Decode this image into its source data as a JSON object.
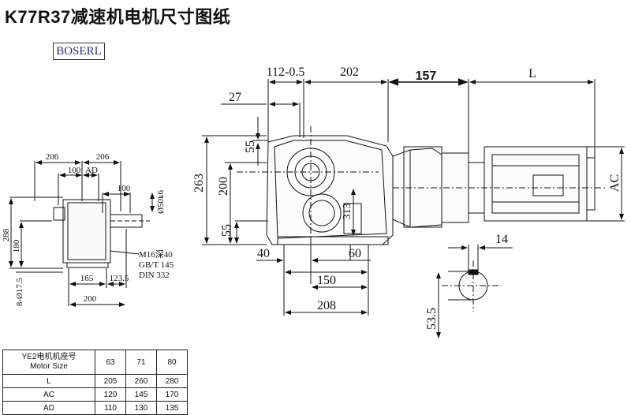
{
  "title": "K77R37减速机电机尺寸图纸",
  "brand": "BOSERL",
  "left_view": {
    "dims": [
      "206",
      "206",
      "100",
      "AD",
      "100",
      "Ø50k6",
      "288",
      "180",
      "8-Ø17.5",
      "165",
      "123.5",
      "200"
    ]
  },
  "spec_text": [
    "M16深40",
    "GB/T 145",
    "DIN 332"
  ],
  "main_view": {
    "dims": [
      "112-0.5",
      "202",
      "157",
      "L",
      "27",
      "55",
      "263",
      "200",
      "55",
      "313",
      "40",
      "60",
      "150",
      "208",
      "AC"
    ]
  },
  "shaft_view": {
    "dims": [
      "14",
      "53.5"
    ]
  },
  "motor_table": {
    "header_line1": "YE2电机机座号",
    "header_line2": "Motor Size",
    "sizes": [
      "63",
      "71",
      "80"
    ],
    "rows": [
      {
        "label": "L",
        "values": [
          "205",
          "260",
          "280"
        ]
      },
      {
        "label": "AC",
        "values": [
          "120",
          "145",
          "170"
        ]
      },
      {
        "label": "AD",
        "values": [
          "110",
          "130",
          "135"
        ]
      }
    ]
  }
}
